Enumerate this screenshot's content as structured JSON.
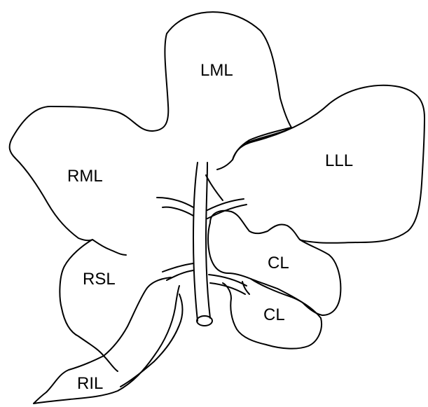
{
  "diagram": {
    "labels": {
      "lml": "LML",
      "rml": "RML",
      "lll": "LLL",
      "rsl": "RSL",
      "cl_upper": "CL",
      "cl_lower": "CL",
      "ril": "RIL"
    }
  }
}
